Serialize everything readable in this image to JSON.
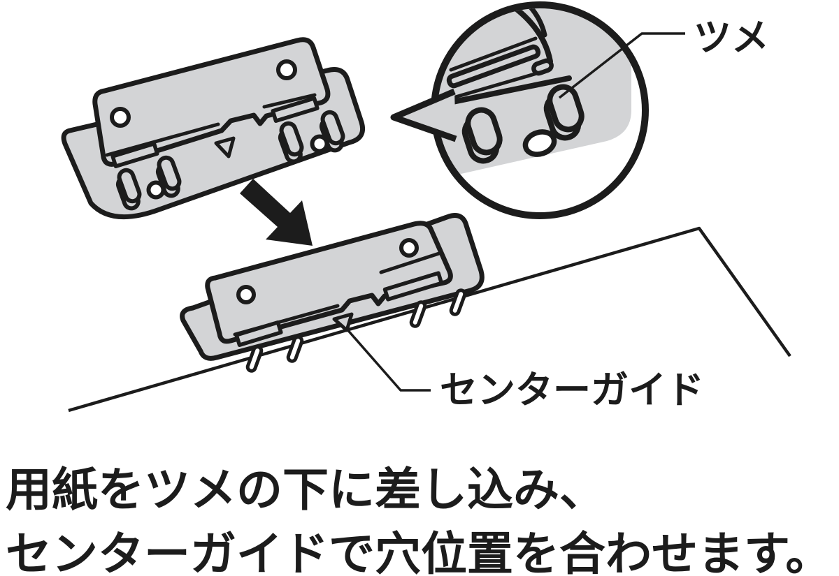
{
  "figure": {
    "callouts": {
      "claw_label": "ツメ",
      "center_guide_label": "センターガイド"
    },
    "caption": {
      "line1": "用紙をツメの下に差し込み、",
      "line2": "センターガイドで穴位置を合わせます。"
    },
    "colors": {
      "metal_gray": "#d3d4d6",
      "outline": "#1c1c1c",
      "background": "#ffffff"
    }
  }
}
